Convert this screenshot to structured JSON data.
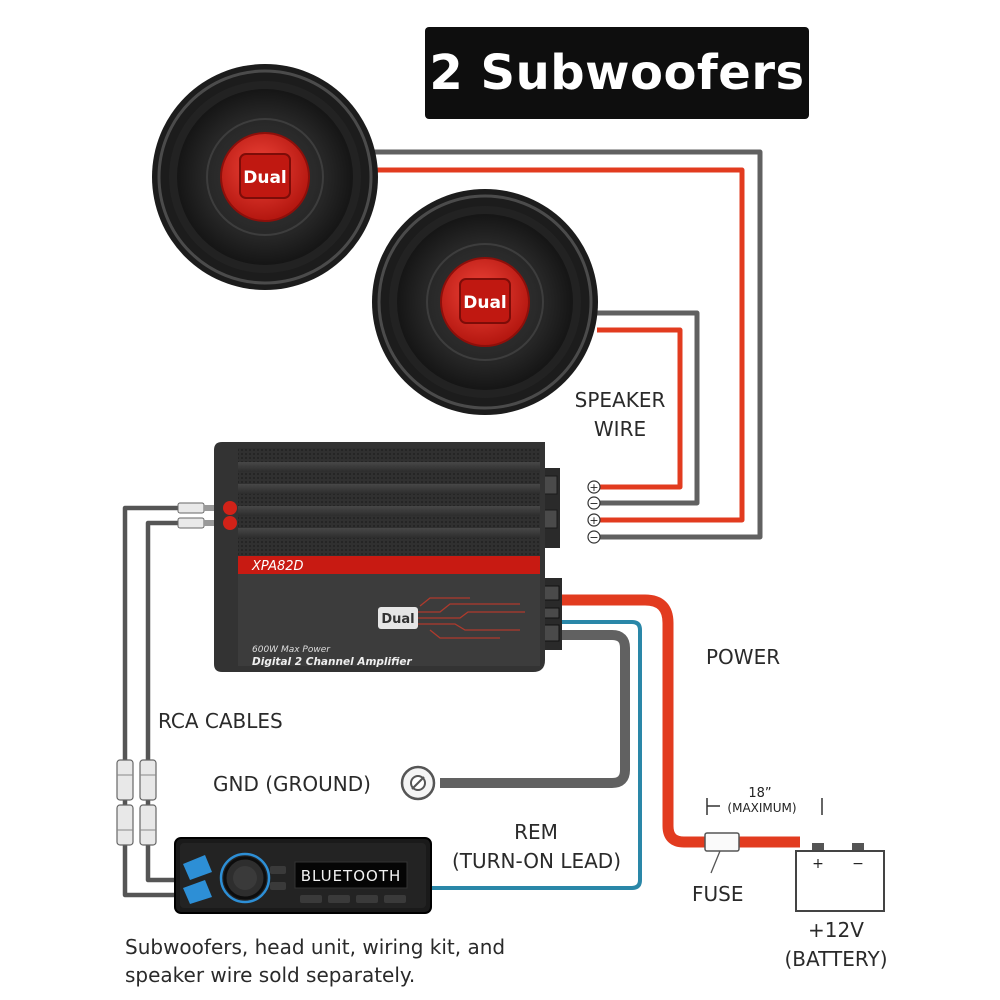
{
  "title": "2 Subwoofers",
  "speaker_brand": "Dual",
  "amplifier": {
    "brand": "Dual",
    "model": "XPA82D",
    "power": "600W Max Power",
    "description": "Digital 2 Channel Amplifier"
  },
  "head_unit": {
    "display": "BLUETOOTH"
  },
  "labels": {
    "speaker_wire_line1": "SPEAKER",
    "speaker_wire_line2": "WIRE",
    "rca_cables": "RCA CABLES",
    "gnd": "GND (GROUND)",
    "power": "POWER",
    "rem_line1": "REM",
    "rem_line2": "(TURN-ON LEAD)",
    "fuse": "FUSE",
    "fuse_distance": "18”",
    "fuse_distance_note": "(MAXIMUM)",
    "battery_line1": "+12V",
    "battery_line2": "(BATTERY)"
  },
  "terminals": [
    "+",
    "−",
    "+",
    "−"
  ],
  "battery_terminals": [
    "+",
    "−"
  ],
  "footnote_line1": "Subwoofers, head unit, wiring kit, and",
  "footnote_line2": "speaker wire sold separately.",
  "colors": {
    "accent_red": "#e23b1f",
    "speaker_wire_gray": "#616161",
    "rem_wire_blue": "#2a87a8",
    "amp_body": "#3a3a3a",
    "title_bg": "#0e0e0e"
  }
}
